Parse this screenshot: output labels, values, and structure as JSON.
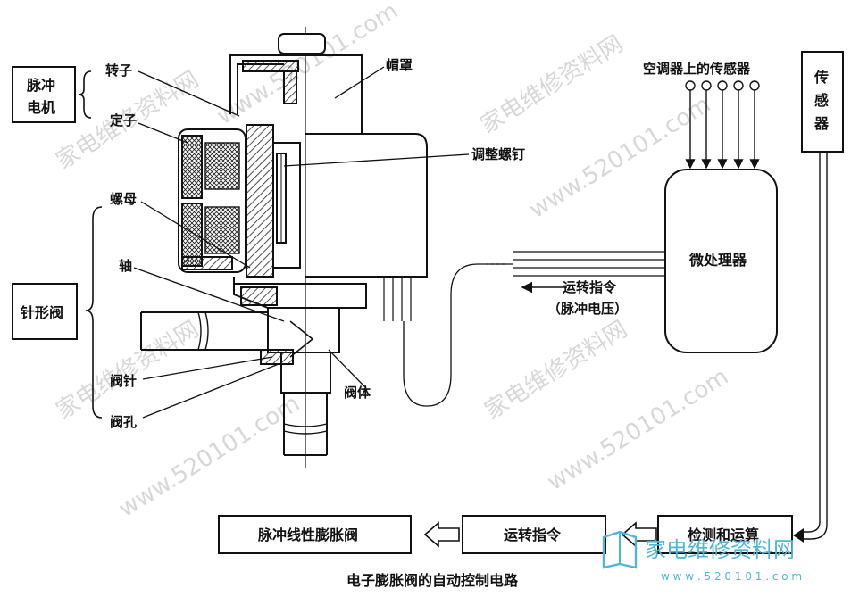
{
  "labels": {
    "rotor": "转子",
    "stator": "定子",
    "nut": "螺母",
    "shaft": "轴",
    "needle": "阀针",
    "orifice": "阀孔",
    "cap": "帽罩",
    "adjust_screw": "调整螺钉",
    "valve_body": "阀体",
    "run_cmd": "运转指令",
    "pulse_voltage": "（脉冲电压）",
    "ac_sensors": "空调器上的传感器",
    "microprocessor": "微处理器"
  },
  "side_boxes": {
    "pulse_motor_line1": "脉冲",
    "pulse_motor_line2": "电机",
    "needle_valve": "针形阀",
    "sensor_1": "传",
    "sensor_2": "感",
    "sensor_3": "器"
  },
  "flow": {
    "detect_compute": "检测和运算",
    "run_cmd": "运转指令",
    "pulse_valve": "脉冲线性膨胀阀"
  },
  "caption": "电子膨胀阀的自动控制电路",
  "watermark": {
    "brand": "家电维修资料网",
    "url": "www.520101.com",
    "logo_text": "家电维修资料网",
    "logo_url": "w w w . 5 2 0 1 0 1 . c o m"
  }
}
